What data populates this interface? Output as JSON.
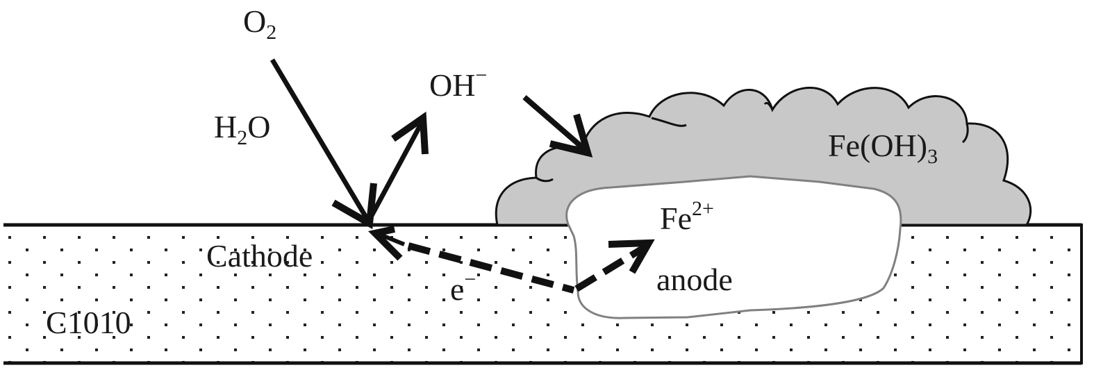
{
  "labels": {
    "o2": {
      "main": "O",
      "sub": "2"
    },
    "h2o": {
      "pre": "H",
      "sub": "2",
      "post": "O"
    },
    "oh": {
      "main": "OH",
      "sup": "−"
    },
    "feoh3": {
      "main": "Fe(OH)",
      "sub": "3"
    },
    "fe2": {
      "main": "Fe",
      "sup": "2+"
    },
    "anode": "anode",
    "cathode": "Cathode",
    "electron": {
      "main": "e",
      "sup": "−"
    },
    "material": "C1010"
  },
  "colors": {
    "rust": "#c8c8c8",
    "outline": "#111111",
    "pit_outline": "#808080",
    "dots": "#222222"
  }
}
